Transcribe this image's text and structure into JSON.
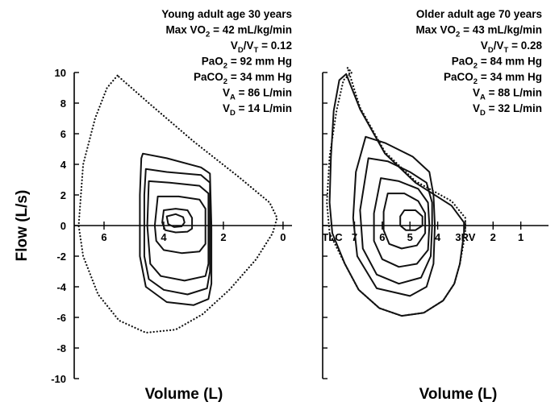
{
  "chart_data": [
    {
      "type": "line",
      "title": "",
      "xlabel": "Volume (L)",
      "ylabel": "Flow (L/s)",
      "x_direction": "decreasing",
      "xlim": [
        7.0,
        -0.3
      ],
      "ylim": [
        -10,
        10
      ],
      "x_ticks": [
        6,
        4,
        2,
        0
      ],
      "y_ticks": [
        10,
        8,
        6,
        4,
        2,
        0,
        -2,
        -4,
        -6,
        -8,
        -10
      ],
      "annotations": [
        {
          "text": "Young adult age 30 years"
        },
        {
          "pre": "Max VO",
          "sub": "2",
          "post": " = 42 mL/kg/min"
        },
        {
          "pre": "V",
          "sub": "D",
          "mid": "/V",
          "sub2": "T",
          "post": " = 0.12"
        },
        {
          "pre": "PaO",
          "sub": "2",
          "post": " = 92 mm Hg"
        },
        {
          "pre": "PaCO",
          "sub": "2",
          "post": " = 34 mm Hg"
        },
        {
          "pre": "V",
          "sub": "A",
          "post": " = 86 L/min"
        },
        {
          "pre": "V",
          "sub": "D",
          "post": " = 14 L/min"
        }
      ],
      "series": [
        {
          "style": "dotted",
          "points": [
            [
              5.55,
              9.8
            ],
            [
              5.9,
              9.0
            ],
            [
              6.3,
              7.0
            ],
            [
              6.7,
              4.0
            ],
            [
              6.85,
              0.0
            ],
            [
              6.7,
              -2.0
            ],
            [
              6.2,
              -4.5
            ],
            [
              5.5,
              -6.2
            ],
            [
              4.6,
              -7.0
            ],
            [
              3.6,
              -6.8
            ],
            [
              2.7,
              -5.8
            ],
            [
              1.8,
              -4.2
            ],
            [
              0.9,
              -2.2
            ],
            [
              0.35,
              -0.5
            ],
            [
              0.2,
              0.5
            ],
            [
              0.45,
              1.5
            ],
            [
              1.5,
              3.2
            ],
            [
              3.0,
              5.5
            ],
            [
              4.5,
              8.0
            ],
            [
              5.55,
              9.8
            ]
          ]
        },
        {
          "style": "solid",
          "points": [
            [
              4.7,
              4.7
            ],
            [
              3.9,
              4.4
            ],
            [
              2.75,
              3.8
            ],
            [
              2.45,
              3.4
            ],
            [
              2.4,
              0.0
            ],
            [
              2.4,
              -3.8
            ],
            [
              2.5,
              -4.8
            ],
            [
              3.0,
              -5.2
            ],
            [
              3.9,
              -5.0
            ],
            [
              4.6,
              -4.0
            ],
            [
              4.8,
              -2.0
            ],
            [
              4.8,
              2.0
            ],
            [
              4.75,
              4.4
            ],
            [
              4.7,
              4.7
            ]
          ]
        },
        {
          "style": "solid",
          "points": [
            [
              4.6,
              3.7
            ],
            [
              3.9,
              3.5
            ],
            [
              2.75,
              3.3
            ],
            [
              2.45,
              2.8
            ],
            [
              2.45,
              0.0
            ],
            [
              2.45,
              -3.0
            ],
            [
              2.55,
              -4.1
            ],
            [
              3.2,
              -4.5
            ],
            [
              4.0,
              -4.2
            ],
            [
              4.5,
              -3.5
            ],
            [
              4.65,
              -2.0
            ],
            [
              4.65,
              2.0
            ],
            [
              4.6,
              3.7
            ]
          ]
        },
        {
          "style": "solid",
          "points": [
            [
              4.5,
              2.9
            ],
            [
              3.8,
              2.8
            ],
            [
              2.8,
              2.6
            ],
            [
              2.5,
              2.1
            ],
            [
              2.5,
              0.0
            ],
            [
              2.5,
              -2.5
            ],
            [
              2.6,
              -3.3
            ],
            [
              3.3,
              -3.6
            ],
            [
              4.1,
              -3.3
            ],
            [
              4.45,
              -2.5
            ],
            [
              4.55,
              0.0
            ],
            [
              4.5,
              2.9
            ]
          ]
        },
        {
          "style": "solid",
          "points": [
            [
              4.2,
              1.9
            ],
            [
              3.5,
              1.9
            ],
            [
              2.8,
              1.7
            ],
            [
              2.6,
              1.1
            ],
            [
              2.6,
              0.0
            ],
            [
              2.6,
              -1.2
            ],
            [
              2.8,
              -1.7
            ],
            [
              3.4,
              -1.8
            ],
            [
              4.0,
              -1.6
            ],
            [
              4.25,
              -1.0
            ],
            [
              4.3,
              0.0
            ],
            [
              4.2,
              1.9
            ]
          ]
        },
        {
          "style": "solid",
          "points": [
            [
              4.0,
              1.0
            ],
            [
              3.6,
              1.1
            ],
            [
              3.2,
              1.0
            ],
            [
              3.05,
              0.5
            ],
            [
              3.05,
              -0.2
            ],
            [
              3.2,
              -0.4
            ],
            [
              3.6,
              -0.45
            ],
            [
              3.95,
              -0.3
            ],
            [
              4.05,
              0.2
            ],
            [
              4.0,
              1.0
            ]
          ]
        },
        {
          "style": "solid",
          "points": [
            [
              3.9,
              0.6
            ],
            [
              3.6,
              0.75
            ],
            [
              3.35,
              0.55
            ],
            [
              3.3,
              0.2
            ],
            [
              3.4,
              -0.05
            ],
            [
              3.65,
              -0.1
            ],
            [
              3.85,
              0.1
            ],
            [
              3.9,
              0.6
            ]
          ]
        }
      ]
    },
    {
      "type": "line",
      "title": "",
      "xlabel": "Volume (L)",
      "ylabel": "",
      "x_direction": "decreasing",
      "xlim": [
        8.15,
        0.0
      ],
      "ylim": [
        -10,
        10
      ],
      "x_ticks": [
        7,
        6,
        5,
        4,
        2,
        1
      ],
      "x_tick_labels": [
        "7",
        "6",
        "5",
        "4",
        "2",
        "1"
      ],
      "x_markers": [
        "TLC",
        "3RV"
      ],
      "y_ticks": [
        10,
        8,
        6,
        4,
        2,
        0,
        -2,
        -4,
        -6,
        -8,
        -10
      ],
      "annotations": [
        {
          "text": "Older adult age 70 years"
        },
        {
          "pre": "Max VO",
          "sub": "2",
          "post": " = 43 mL/kg/min"
        },
        {
          "pre": "V",
          "sub": "D",
          "mid": "/V",
          "sub2": "T",
          "post": " = 0.28"
        },
        {
          "pre": "PaO",
          "sub": "2",
          "post": " = 84 mm Hg"
        },
        {
          "pre": "PaCO",
          "sub": "2",
          "post": " = 34 mm Hg"
        },
        {
          "pre": "V",
          "sub": "A",
          "post": " = 88 L/min"
        },
        {
          "pre": "V",
          "sub": "D",
          "post": " = 32 L/min"
        }
      ],
      "series": [
        {
          "style": "dotted",
          "points": [
            [
              7.25,
              10.3
            ],
            [
              7.1,
              10.0
            ],
            [
              7.4,
              9.5
            ],
            [
              7.65,
              7.5
            ],
            [
              7.9,
              4.5
            ],
            [
              8.0,
              1.5
            ],
            [
              7.9,
              -0.5
            ],
            [
              7.35,
              -2.5
            ],
            [
              6.85,
              -4.2
            ],
            [
              6.1,
              -5.4
            ],
            [
              5.3,
              -5.9
            ],
            [
              4.5,
              -5.7
            ],
            [
              3.8,
              -4.9
            ],
            [
              3.4,
              -3.8
            ],
            [
              3.2,
              -2.5
            ],
            [
              3.0,
              -0.5
            ],
            [
              3.0,
              0.5
            ],
            [
              3.5,
              1.6
            ],
            [
              4.8,
              2.9
            ],
            [
              5.9,
              4.8
            ],
            [
              6.8,
              7.7
            ],
            [
              7.25,
              10.3
            ]
          ]
        },
        {
          "style": "solid",
          "points": [
            [
              7.3,
              9.9
            ],
            [
              7.55,
              9.5
            ],
            [
              7.75,
              7.5
            ],
            [
              7.85,
              4.5
            ],
            [
              7.9,
              1.5
            ],
            [
              7.8,
              -0.5
            ],
            [
              7.35,
              -2.5
            ],
            [
              6.85,
              -4.2
            ],
            [
              6.1,
              -5.4
            ],
            [
              5.3,
              -5.9
            ],
            [
              4.5,
              -5.7
            ],
            [
              3.8,
              -4.9
            ],
            [
              3.4,
              -3.8
            ],
            [
              3.2,
              -2.5
            ],
            [
              3.05,
              -0.5
            ],
            [
              3.05,
              0.2
            ],
            [
              3.5,
              1.3
            ],
            [
              4.8,
              2.8
            ],
            [
              5.9,
              4.7
            ],
            [
              6.8,
              7.6
            ],
            [
              7.3,
              9.9
            ]
          ]
        },
        {
          "style": "solid",
          "points": [
            [
              6.6,
              5.8
            ],
            [
              5.9,
              5.4
            ],
            [
              4.9,
              4.5
            ],
            [
              4.3,
              3.5
            ],
            [
              4.15,
              2.0
            ],
            [
              4.1,
              0.0
            ],
            [
              4.15,
              -2.5
            ],
            [
              4.4,
              -4.0
            ],
            [
              5.0,
              -4.6
            ],
            [
              6.2,
              -4.1
            ],
            [
              6.9,
              -2.0
            ],
            [
              7.05,
              0.5
            ],
            [
              6.95,
              3.5
            ],
            [
              6.6,
              5.8
            ]
          ]
        },
        {
          "style": "solid",
          "points": [
            [
              6.5,
              4.4
            ],
            [
              5.8,
              4.2
            ],
            [
              5.0,
              3.5
            ],
            [
              4.4,
              2.8
            ],
            [
              4.2,
              1.5
            ],
            [
              4.2,
              0.0
            ],
            [
              4.25,
              -2.0
            ],
            [
              4.6,
              -3.4
            ],
            [
              5.4,
              -3.8
            ],
            [
              6.2,
              -3.2
            ],
            [
              6.7,
              -1.5
            ],
            [
              6.8,
              1.0
            ],
            [
              6.5,
              4.4
            ]
          ]
        },
        {
          "style": "solid",
          "points": [
            [
              6.05,
              3.1
            ],
            [
              5.4,
              2.9
            ],
            [
              4.7,
              2.4
            ],
            [
              4.35,
              1.5
            ],
            [
              4.3,
              0.0
            ],
            [
              4.35,
              -1.6
            ],
            [
              4.75,
              -2.5
            ],
            [
              5.4,
              -2.7
            ],
            [
              6.0,
              -2.2
            ],
            [
              6.3,
              -1.0
            ],
            [
              6.3,
              0.8
            ],
            [
              6.05,
              3.1
            ]
          ]
        },
        {
          "style": "solid",
          "points": [
            [
              5.8,
              2.1
            ],
            [
              5.2,
              2.1
            ],
            [
              4.7,
              1.6
            ],
            [
              4.45,
              0.8
            ],
            [
              4.45,
              -0.5
            ],
            [
              4.75,
              -1.3
            ],
            [
              5.3,
              -1.5
            ],
            [
              5.75,
              -1.2
            ],
            [
              5.95,
              -0.3
            ],
            [
              5.95,
              0.9
            ],
            [
              5.8,
              2.1
            ]
          ]
        },
        {
          "style": "solid",
          "points": [
            [
              5.2,
              1.0
            ],
            [
              4.8,
              1.0
            ],
            [
              4.55,
              0.6
            ],
            [
              4.55,
              0.0
            ],
            [
              4.8,
              -0.3
            ],
            [
              5.15,
              -0.3
            ],
            [
              5.35,
              0.0
            ],
            [
              5.35,
              0.6
            ],
            [
              5.2,
              1.0
            ]
          ]
        }
      ]
    }
  ]
}
